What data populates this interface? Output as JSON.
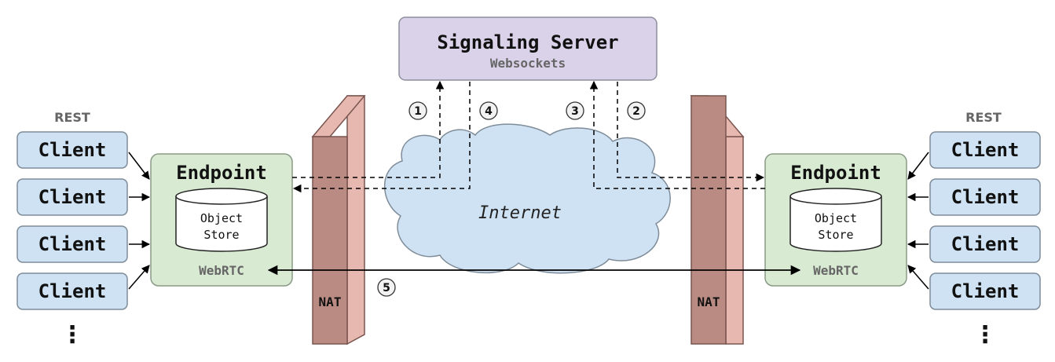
{
  "signaling_server": {
    "title": "Signaling Server",
    "subtitle": "Websockets"
  },
  "internet_label": "Internet",
  "nat_label": "NAT",
  "left": {
    "rest_label": "REST",
    "clients": [
      "Client",
      "Client",
      "Client",
      "Client"
    ],
    "ellipsis": "⋮",
    "endpoint_title": "Endpoint",
    "store_line1": "Object",
    "store_line2": "Store",
    "webrtc_label": "WebRTC"
  },
  "right": {
    "rest_label": "REST",
    "clients": [
      "Client",
      "Client",
      "Client",
      "Client"
    ],
    "ellipsis": "⋮",
    "endpoint_title": "Endpoint",
    "store_line1": "Object",
    "store_line2": "Store",
    "webrtc_label": "WebRTC"
  },
  "steps": [
    "1",
    "4",
    "3",
    "2",
    "5"
  ],
  "colors": {
    "client_fill": "#cfe2f3",
    "endpoint_fill": "#d9ead3",
    "server_fill": "#d9d2e9",
    "cloud_fill": "#cfe2f3",
    "nat_front": "#b98b82",
    "nat_side": "#e6b8af"
  }
}
